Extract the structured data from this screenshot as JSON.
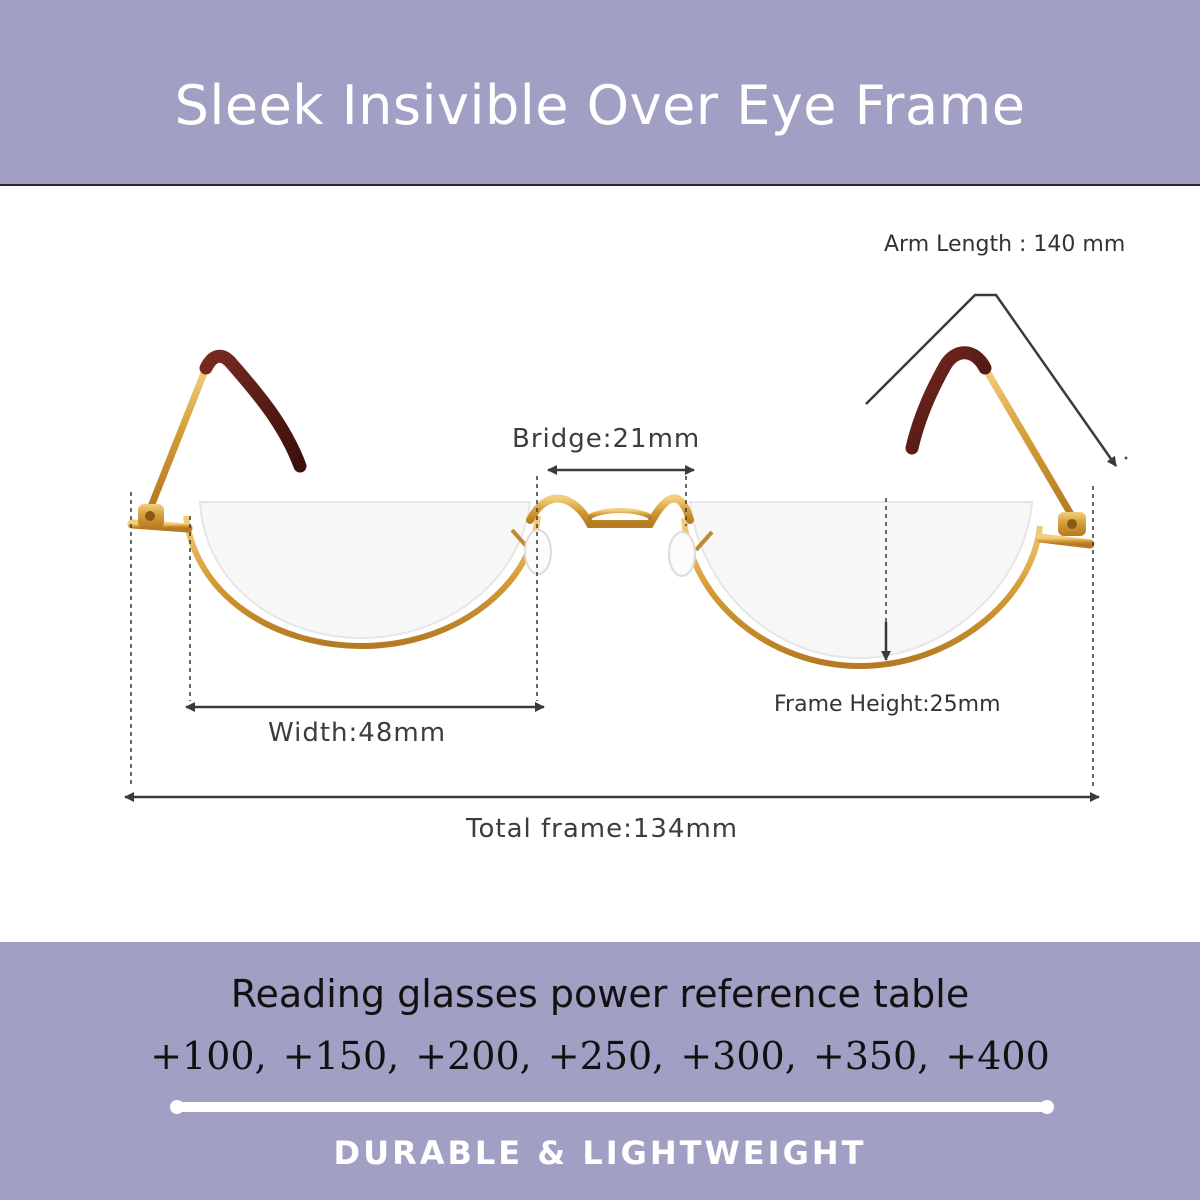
{
  "header": {
    "title": "Sleek Insivible Over Eye Frame"
  },
  "measurements": {
    "arm_length": "Arm Length  : 140 mm",
    "bridge": "Bridge:21mm",
    "width": "Width:48mm",
    "frame_height": "Frame Height:25mm",
    "total_frame": "Total frame:134mm"
  },
  "reference": {
    "title": "Reading glasses power reference table",
    "powers": "+100,  +150,  +200,  +250,  +300,  +350,  +400",
    "tagline": "DURABLE & LIGHTWEIGHT"
  },
  "colors": {
    "banner": "#a19fc3",
    "frame_gold": "#d9a441",
    "temple_tip": "#5e1f1a"
  }
}
